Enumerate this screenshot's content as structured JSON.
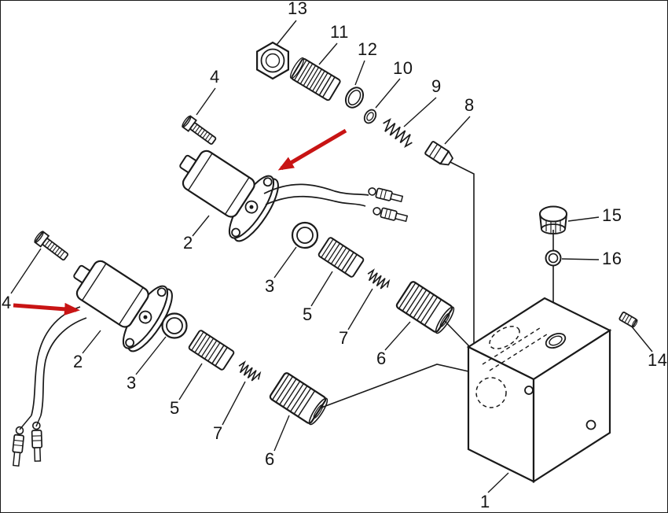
{
  "figure": {
    "kind": "exploded-parts-diagram",
    "subject": "Solenoid valve block assembly",
    "background_color": "#ffffff",
    "line_color": "#1a1a1a",
    "arrow_color": "#c81414"
  },
  "labels": {
    "part13": "13",
    "part11": "11",
    "part12": "12",
    "part10": "10",
    "part9": "9",
    "part8": "8",
    "part4_upper": "4",
    "part2_upper": "2",
    "part3_mid": "3",
    "part5_mid": "5",
    "part7_mid": "7",
    "part6_mid": "6",
    "part15": "15",
    "part16": "16",
    "part14": "14",
    "part4_left": "4",
    "part2_lower": "2",
    "part3_lower": "3",
    "part5_lower": "5",
    "part7_lower": "7",
    "part6_lower": "6",
    "part1": "1"
  }
}
